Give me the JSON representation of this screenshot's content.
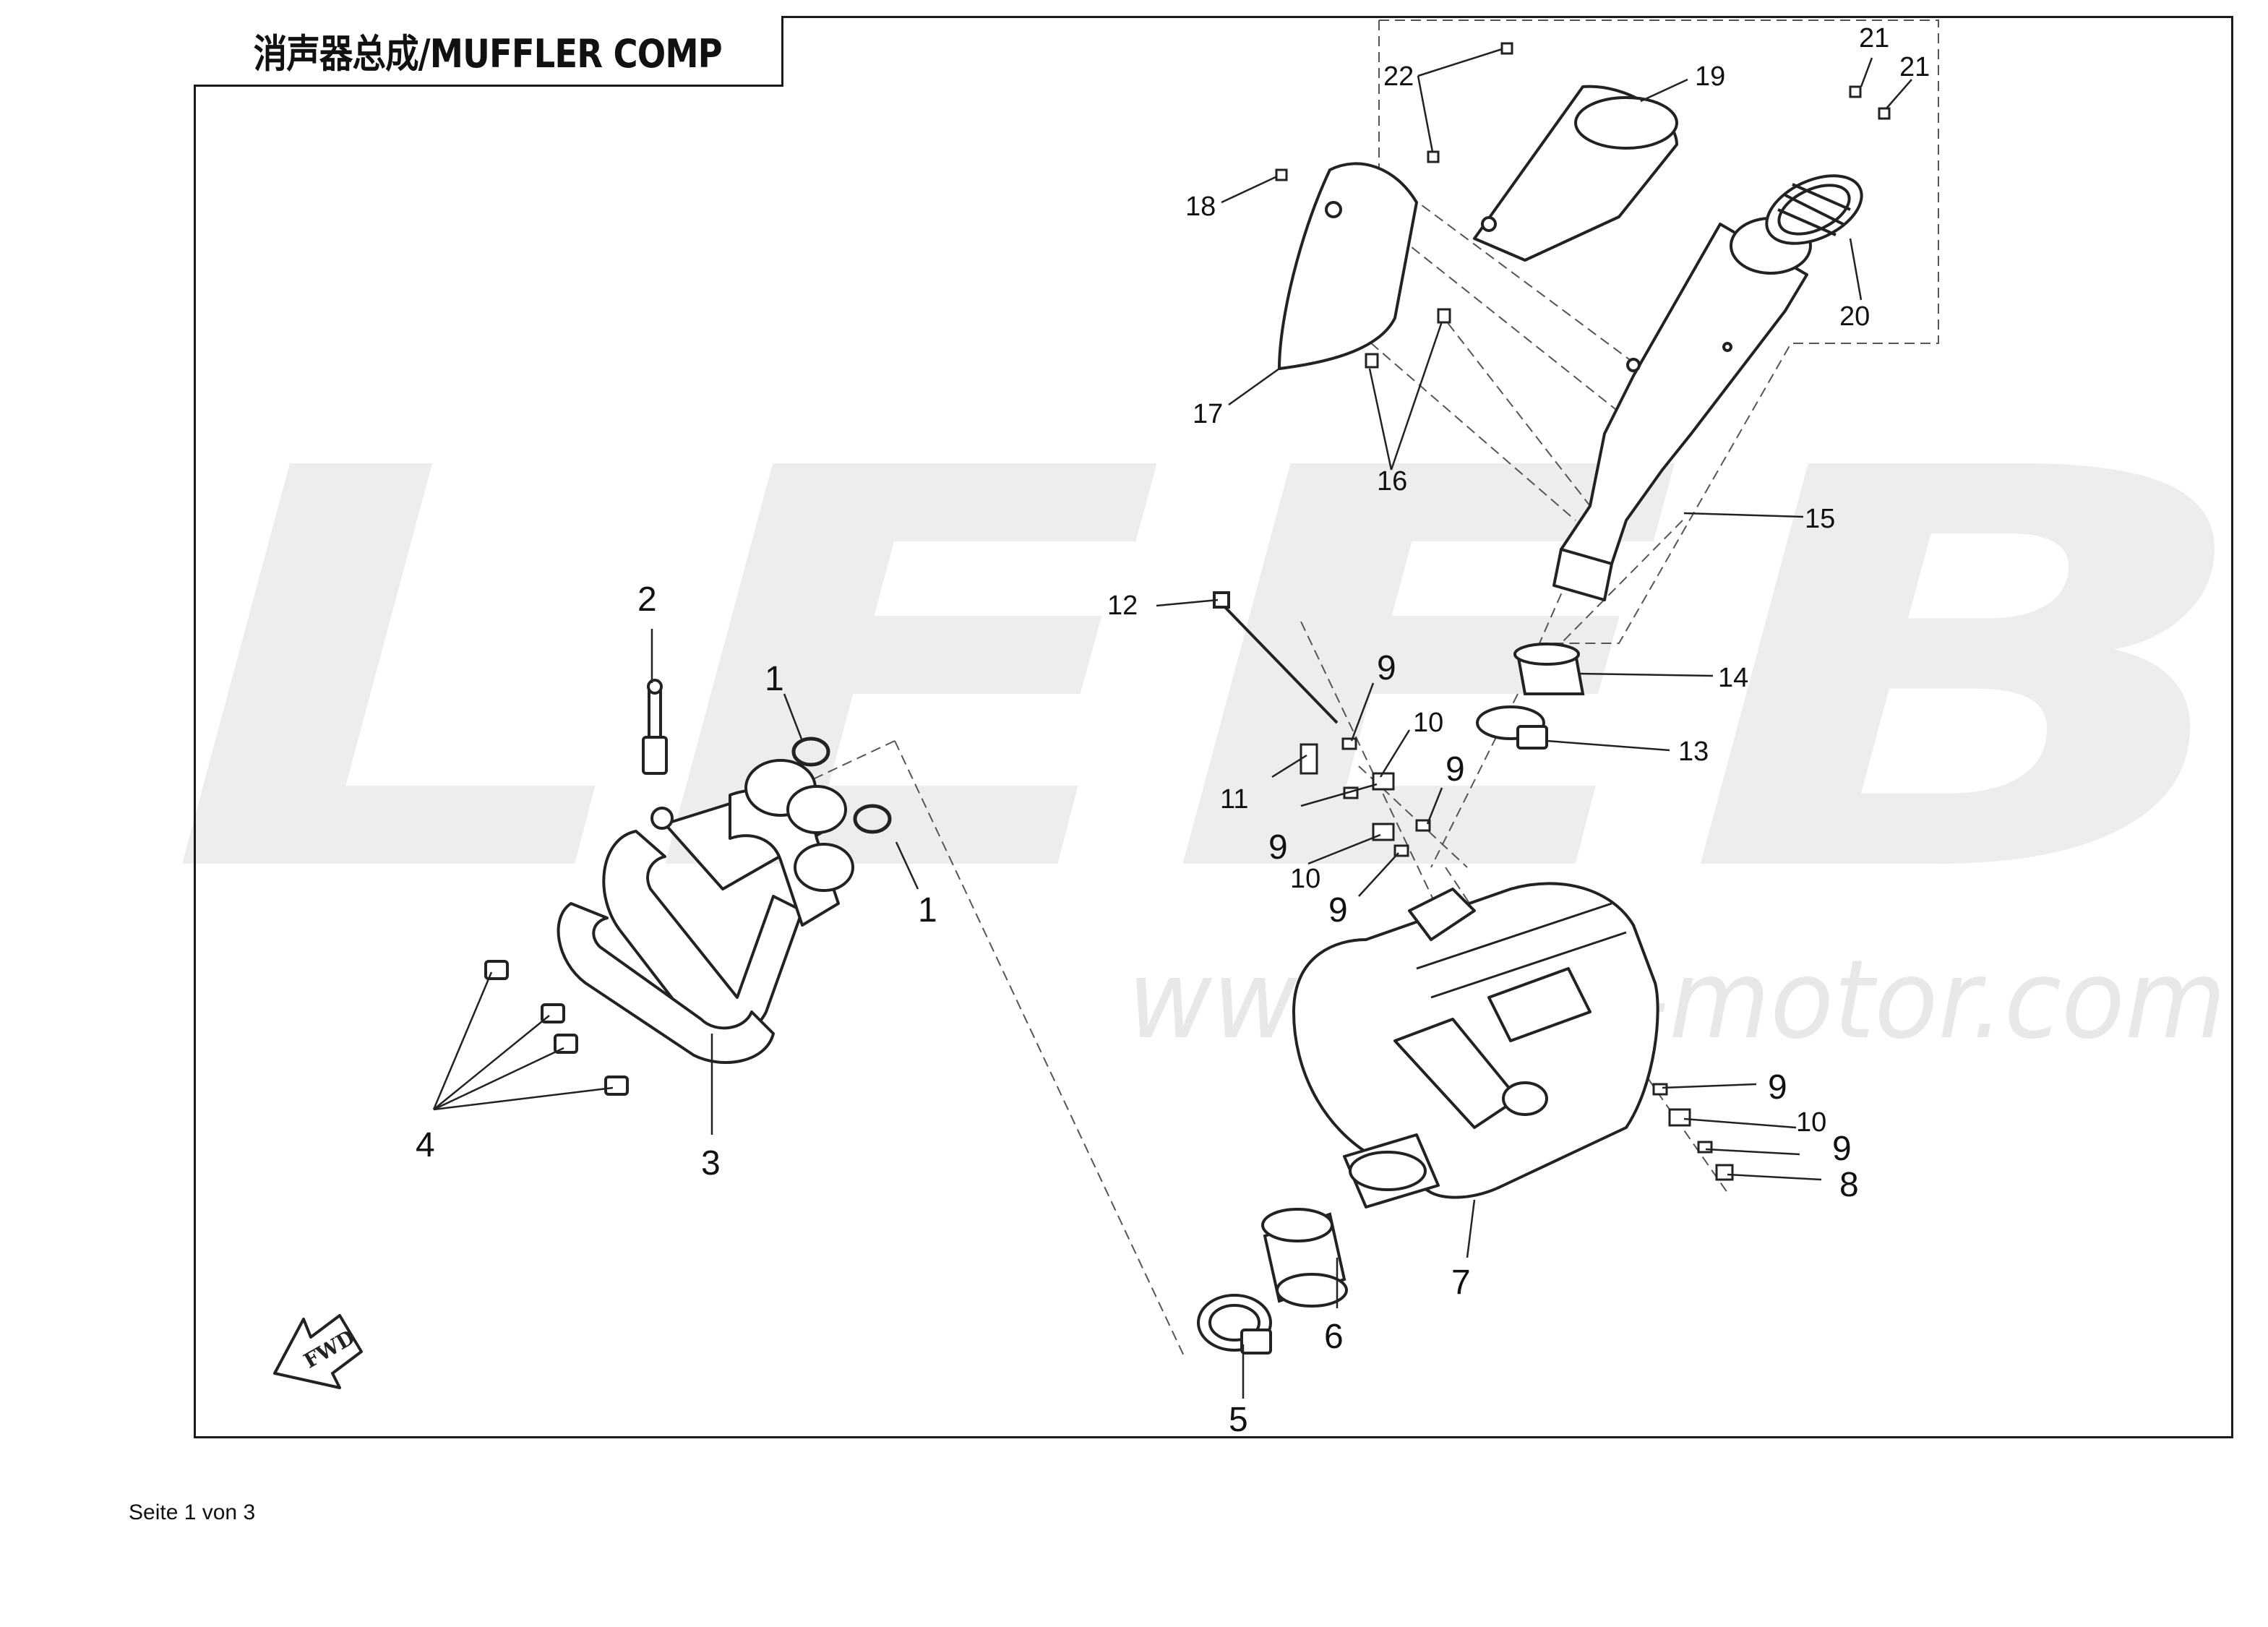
{
  "title": "消声器总成/MUFFLER COMP",
  "footer": "Seite 1 von 3",
  "watermark": {
    "logo": "LEEB",
    "url": "www.leeb-motor.com"
  },
  "fwd_label": "FWD",
  "callouts": {
    "c1a": "1",
    "c1b": "1",
    "c2": "2",
    "c3": "3",
    "c4": "4",
    "c5": "5",
    "c6": "6",
    "c7": "7",
    "c8": "8",
    "c9a": "9",
    "c9b": "9",
    "c9c": "9",
    "c9d": "9",
    "c9e": "9",
    "c9f": "9",
    "c10a": "10",
    "c10b": "10",
    "c10c": "10",
    "c11": "11",
    "c12": "12",
    "c13": "13",
    "c14": "14",
    "c15": "15",
    "c16": "16",
    "c17": "17",
    "c18": "18",
    "c19": "19",
    "c20": "20",
    "c21a": "21",
    "c21b": "21",
    "c22": "22"
  }
}
